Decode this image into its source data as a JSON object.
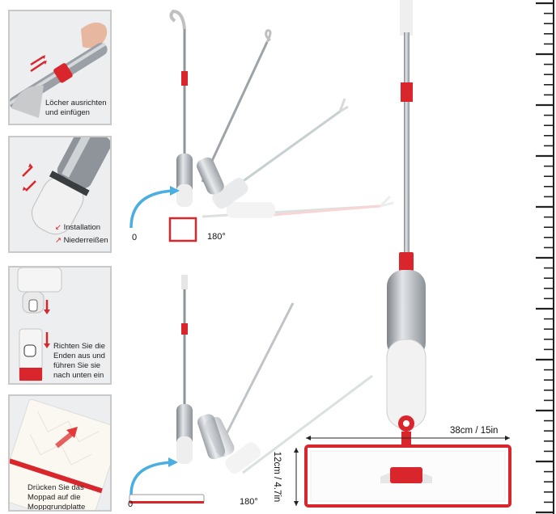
{
  "steps": [
    {
      "icon": "hand-insert-icon",
      "caption_lines": [
        "Löcher ausrichten",
        "und einfügen"
      ]
    },
    {
      "icon": "tank-install-icon",
      "legend": [
        {
          "icon": "arrow-down-left-icon",
          "label": "Installation"
        },
        {
          "icon": "arrow-up-right-icon",
          "label": "Niederreißen"
        }
      ]
    },
    {
      "icon": "head-connector-icon",
      "caption_lines": [
        "Richten Sie die",
        "Enden aus und",
        "führen Sie sie",
        "nach unten ein"
      ]
    },
    {
      "icon": "pad-press-icon",
      "caption_lines": [
        "Drücken Sie das",
        "Moppad auf die",
        "Moppgrundplatte"
      ]
    }
  ],
  "rotation_top": {
    "start_label": "0",
    "end_label": "180°"
  },
  "rotation_bottom": {
    "start_label": "0",
    "end_label": "180°"
  },
  "dimensions": {
    "width_label": "38cm / 15in",
    "height_label": "12cm / 4.7in"
  },
  "colors": {
    "accent_red": "#d9262c",
    "chrome": "#a9adb3",
    "handle_white": "#f2f2f2"
  }
}
